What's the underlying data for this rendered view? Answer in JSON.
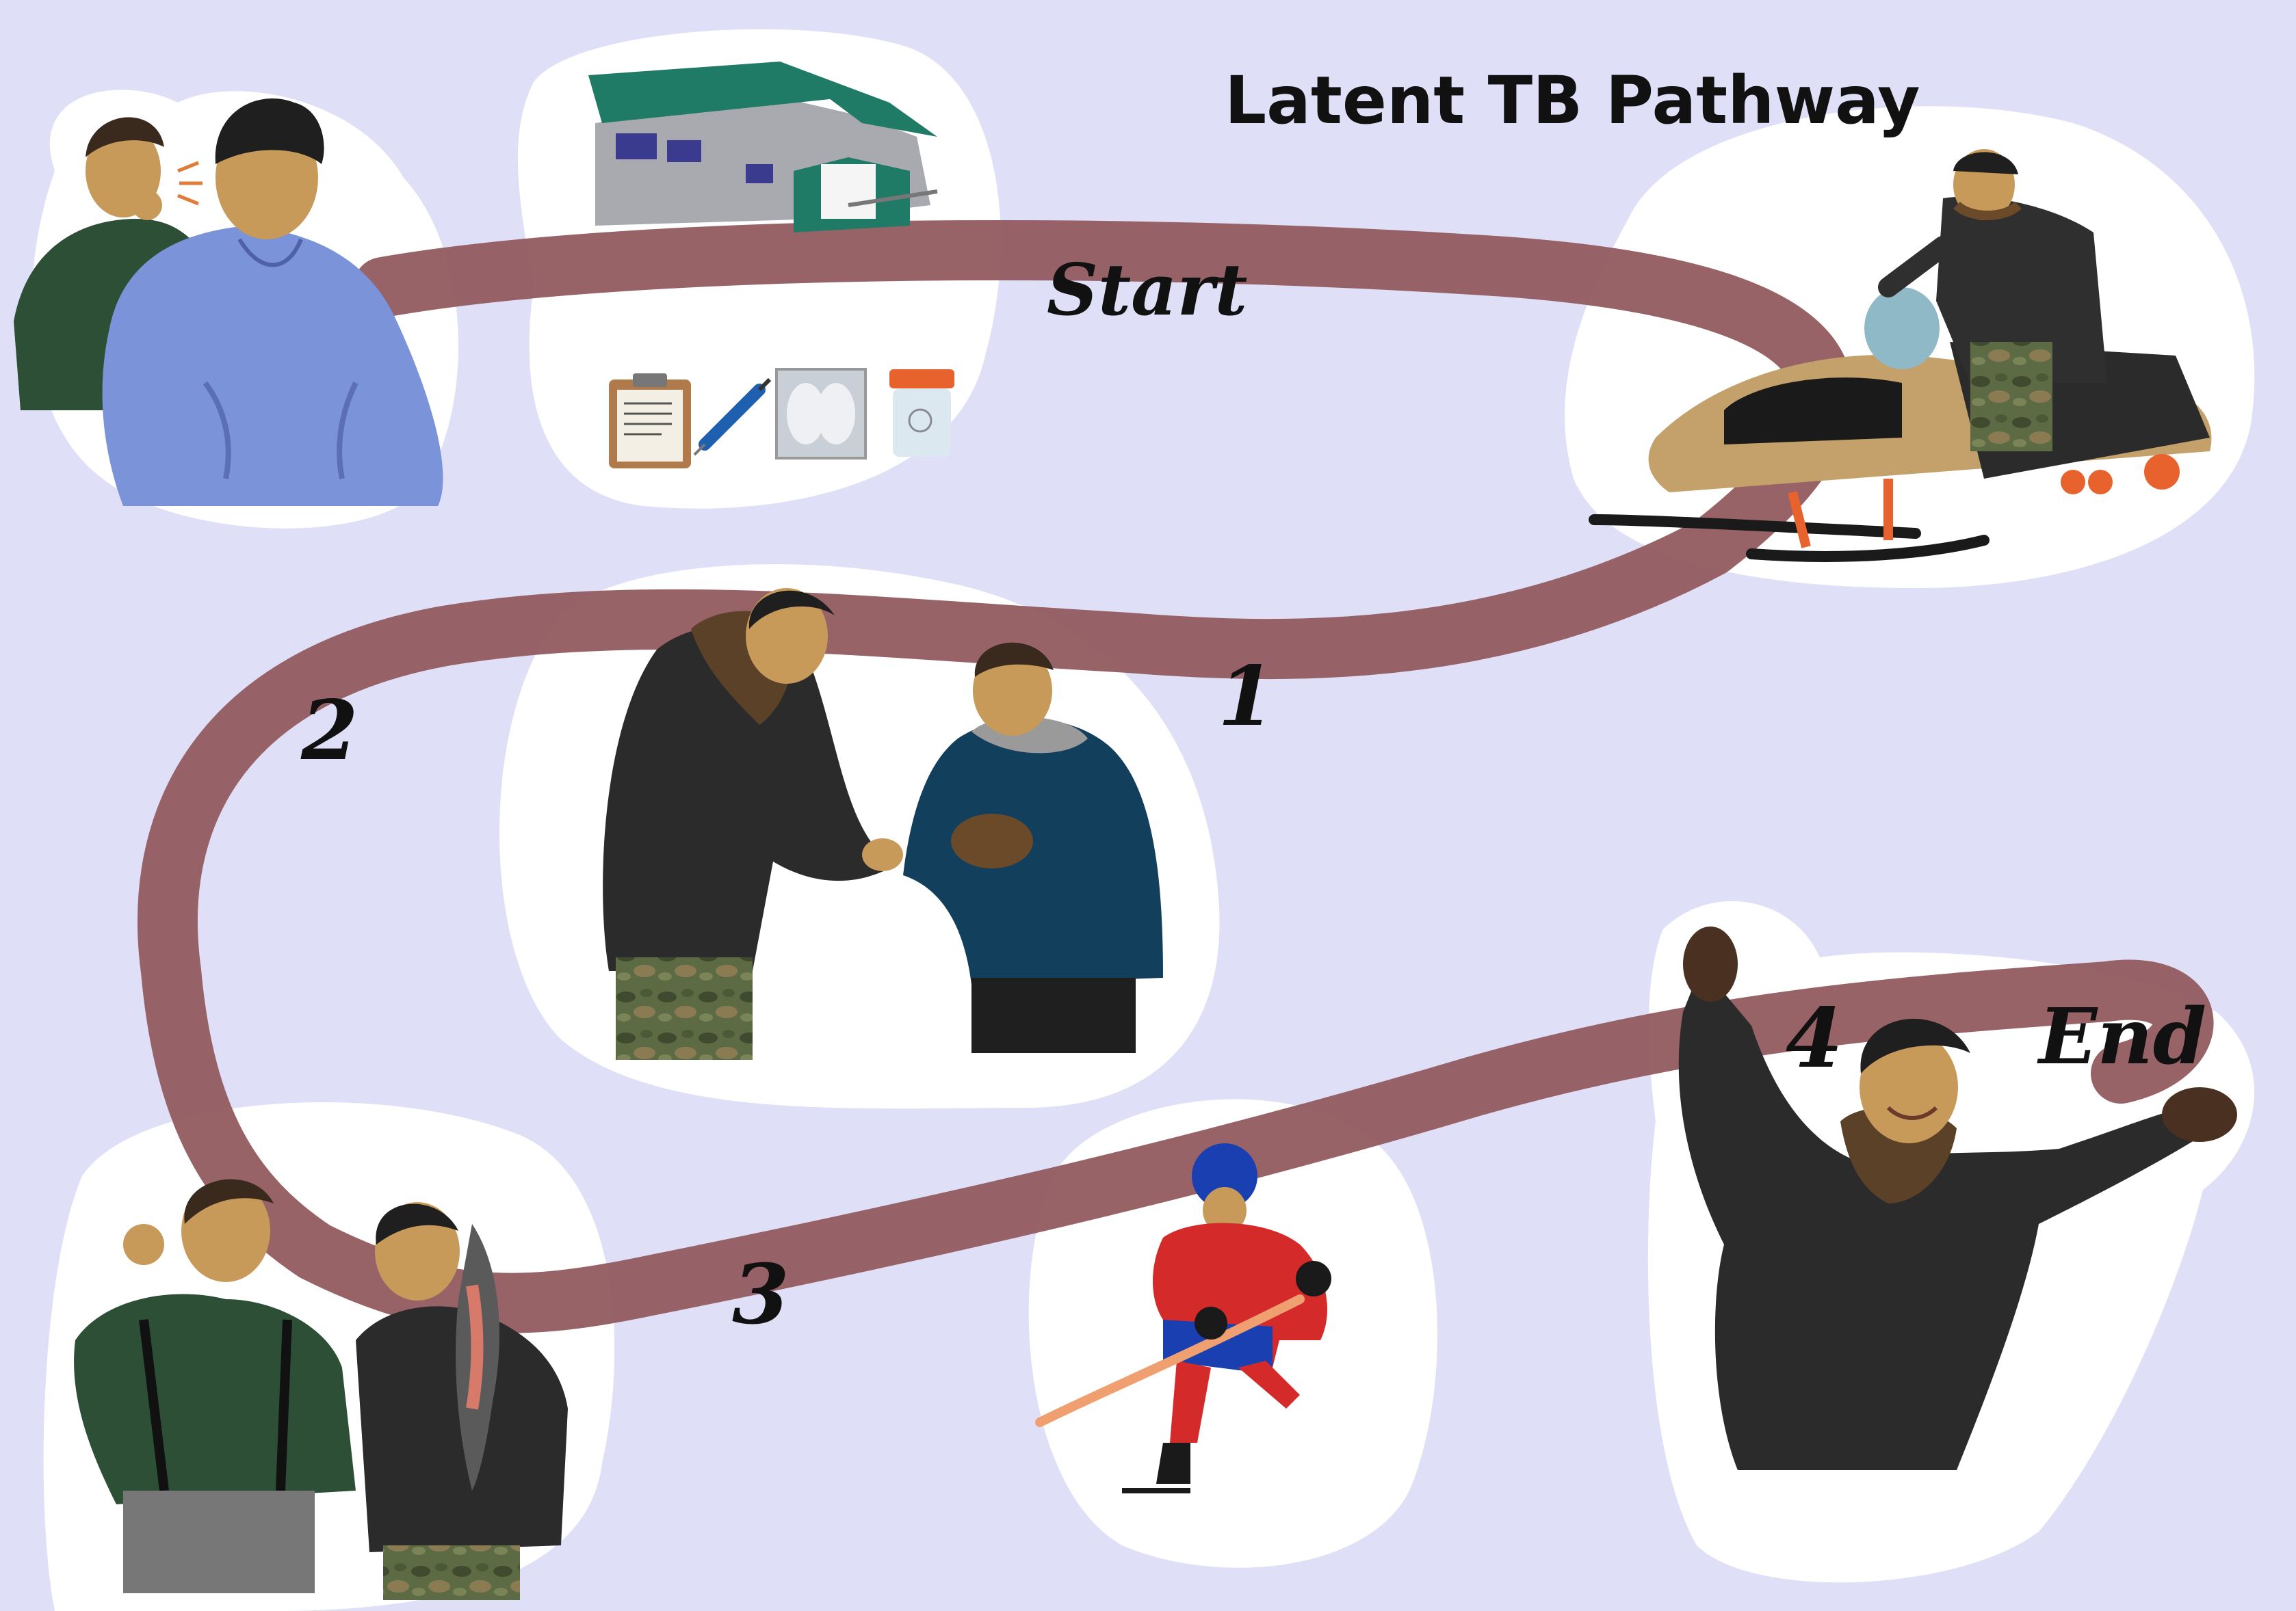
{
  "title": "Latent TB Pathway",
  "path_labels": {
    "start": "Start",
    "step_1": "1",
    "step_2": "2",
    "step_3": "3",
    "step_4": "4",
    "end": "End"
  },
  "colors": {
    "background": "#dfe0f8",
    "path": "#955e62",
    "bubble": "#ffffff"
  },
  "scenes": [
    {
      "id": "exposure",
      "icon": "coughing-man-and-hoodie-man-icon"
    },
    {
      "id": "clinic",
      "icon": "health-centre-building-icon",
      "items": [
        "clipboard-icon",
        "syringe-icon",
        "chest-xray-icon",
        "sputum-jar-icon"
      ]
    },
    {
      "id": "snowmobile",
      "icon": "man-on-snowmobile-icon"
    },
    {
      "id": "handshake",
      "icon": "two-men-shaking-hands-icon"
    },
    {
      "id": "fishing",
      "icon": "men-holding-fish-icon"
    },
    {
      "id": "hockey",
      "icon": "hockey-player-icon"
    },
    {
      "id": "celebration",
      "icon": "man-celebrating-icon"
    }
  ]
}
